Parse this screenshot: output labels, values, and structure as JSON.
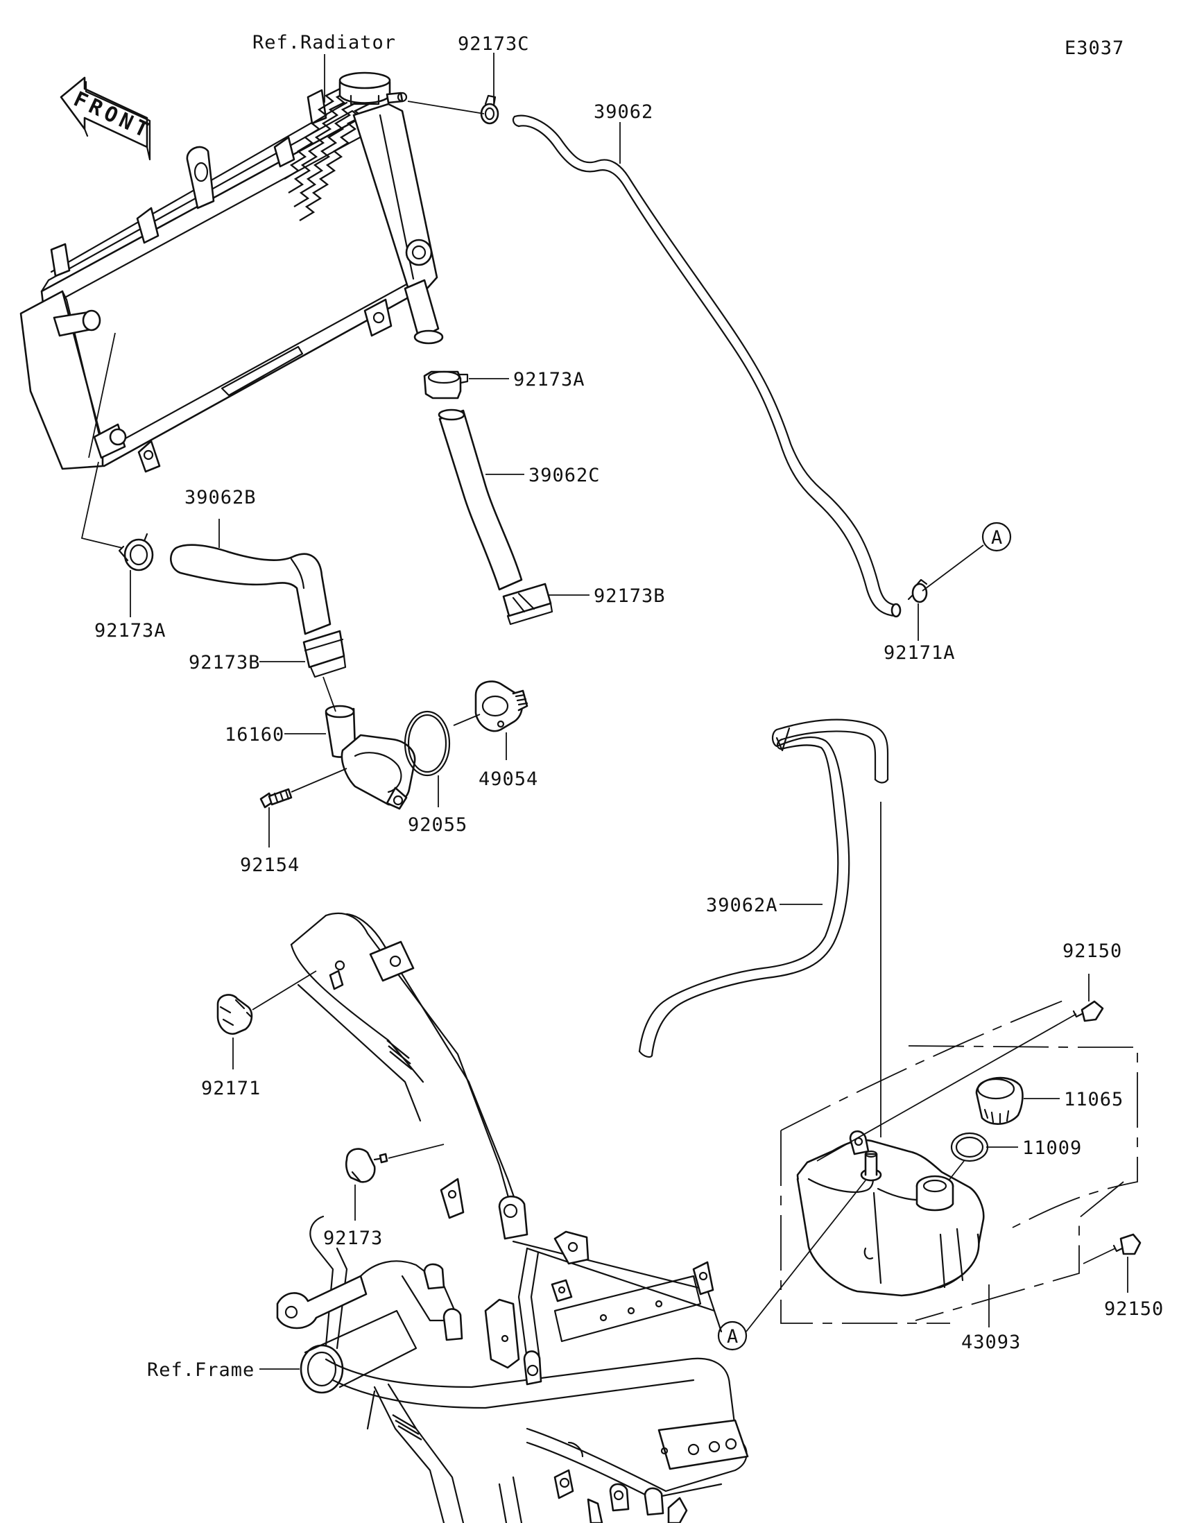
{
  "diagram": {
    "code": "E3037",
    "front_arrow_label": "FRONT",
    "reference_labels": {
      "radiator": "Ref.Radiator",
      "frame": "Ref.Frame"
    },
    "connector_marker": "A",
    "part_numbers": {
      "p_92173C": "92173C",
      "p_39062": "39062",
      "p_92173A_top": "92173A",
      "p_39062C": "39062C",
      "p_92173B_right": "92173B",
      "p_92171A": "92171A",
      "p_39062B": "39062B",
      "p_92173A_left": "92173A",
      "p_92173B_left": "92173B",
      "p_16160": "16160",
      "p_49054": "49054",
      "p_92055": "92055",
      "p_92154": "92154",
      "p_39062A": "39062A",
      "p_92150_top": "92150",
      "p_11065": "11065",
      "p_11009": "11009",
      "p_92150_bottom": "92150",
      "p_43093": "43093",
      "p_92171": "92171",
      "p_92173": "92173"
    }
  }
}
